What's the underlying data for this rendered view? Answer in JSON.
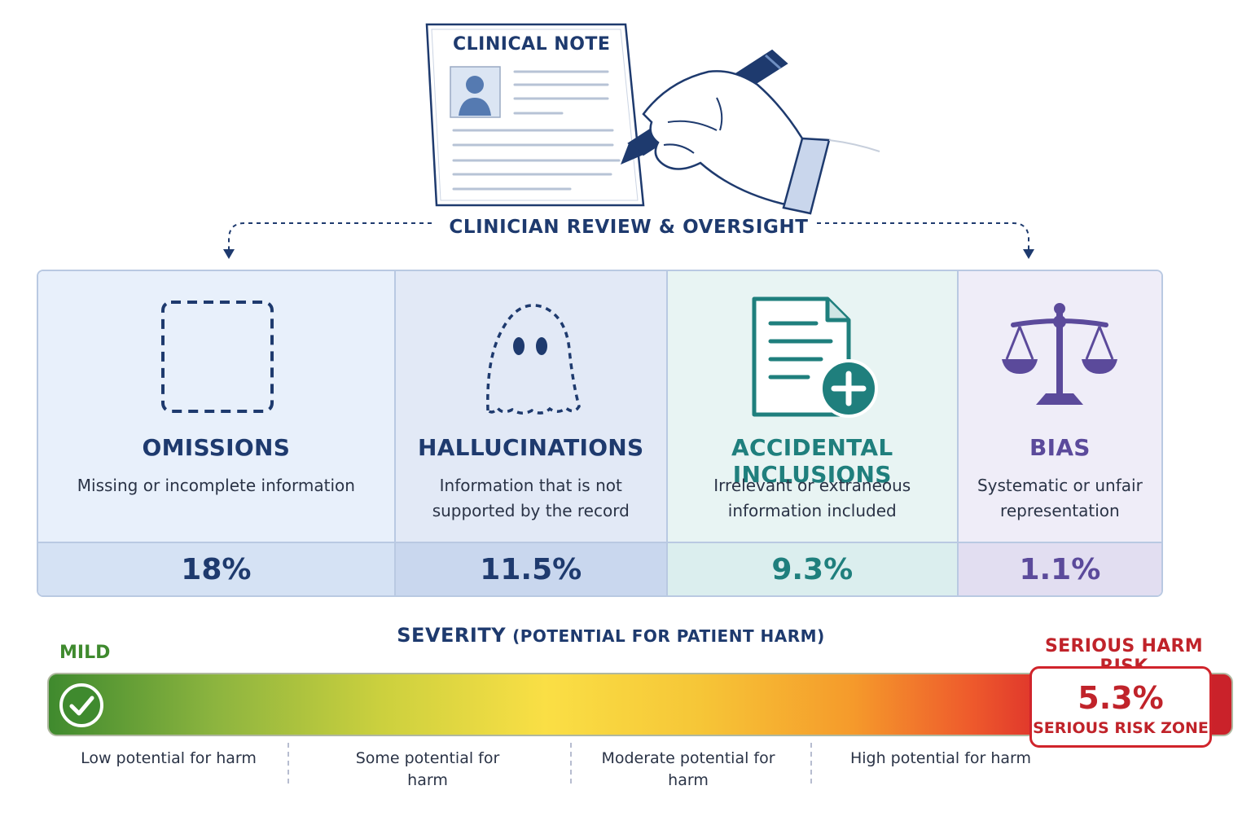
{
  "header": {
    "note_title": "CLINICAL NOTE",
    "review_title": "CLINICIAN REVIEW & OVERSIGHT"
  },
  "icons": {
    "note": "clinical-note-icon",
    "hand": "hand-with-pen-icon",
    "omissions": "dashed-square-icon",
    "hallucinations": "ghost-icon",
    "accidental_inclusions": "document-plus-icon",
    "bias": "scales-icon",
    "mild": "check-circle-icon"
  },
  "categories": [
    {
      "title": "OMISSIONS",
      "desc": "Missing or incomplete information",
      "pct": "18%",
      "color": "#1e3a6e",
      "bg": "#e8f0fb",
      "pct_bg": "#d5e2f4"
    },
    {
      "title": "HALLUCINATIONS",
      "desc": "Information that is not supported by the record",
      "pct": "11.5%",
      "color": "#1e3a6e",
      "bg": "#e2e9f6",
      "pct_bg": "#c9d7ee"
    },
    {
      "title": "ACCIDENTAL INCLUSIONS",
      "desc": "Irrelevant or extraneous information included",
      "pct": "9.3%",
      "color": "#1f7f7d",
      "bg": "#e8f4f3",
      "pct_bg": "#dbeeee"
    },
    {
      "title": "BIAS",
      "desc": "Systematic or unfair representation",
      "pct": "1.1%",
      "color": "#5b4a9b",
      "bg": "#efedf8",
      "pct_bg": "#e2def1"
    }
  ],
  "severity": {
    "title": "SEVERITY",
    "subtitle": "(POTENTIAL FOR PATIENT HARM)",
    "mild_label": "MILD",
    "serious_label": "SERIOUS HARM RISK",
    "serious_pct": "5.3%",
    "serious_zone": "SERIOUS RISK ZONE",
    "scale": [
      "Low potential for harm",
      "Some potential for harm",
      "Moderate potential for harm",
      "High potential for harm"
    ]
  }
}
